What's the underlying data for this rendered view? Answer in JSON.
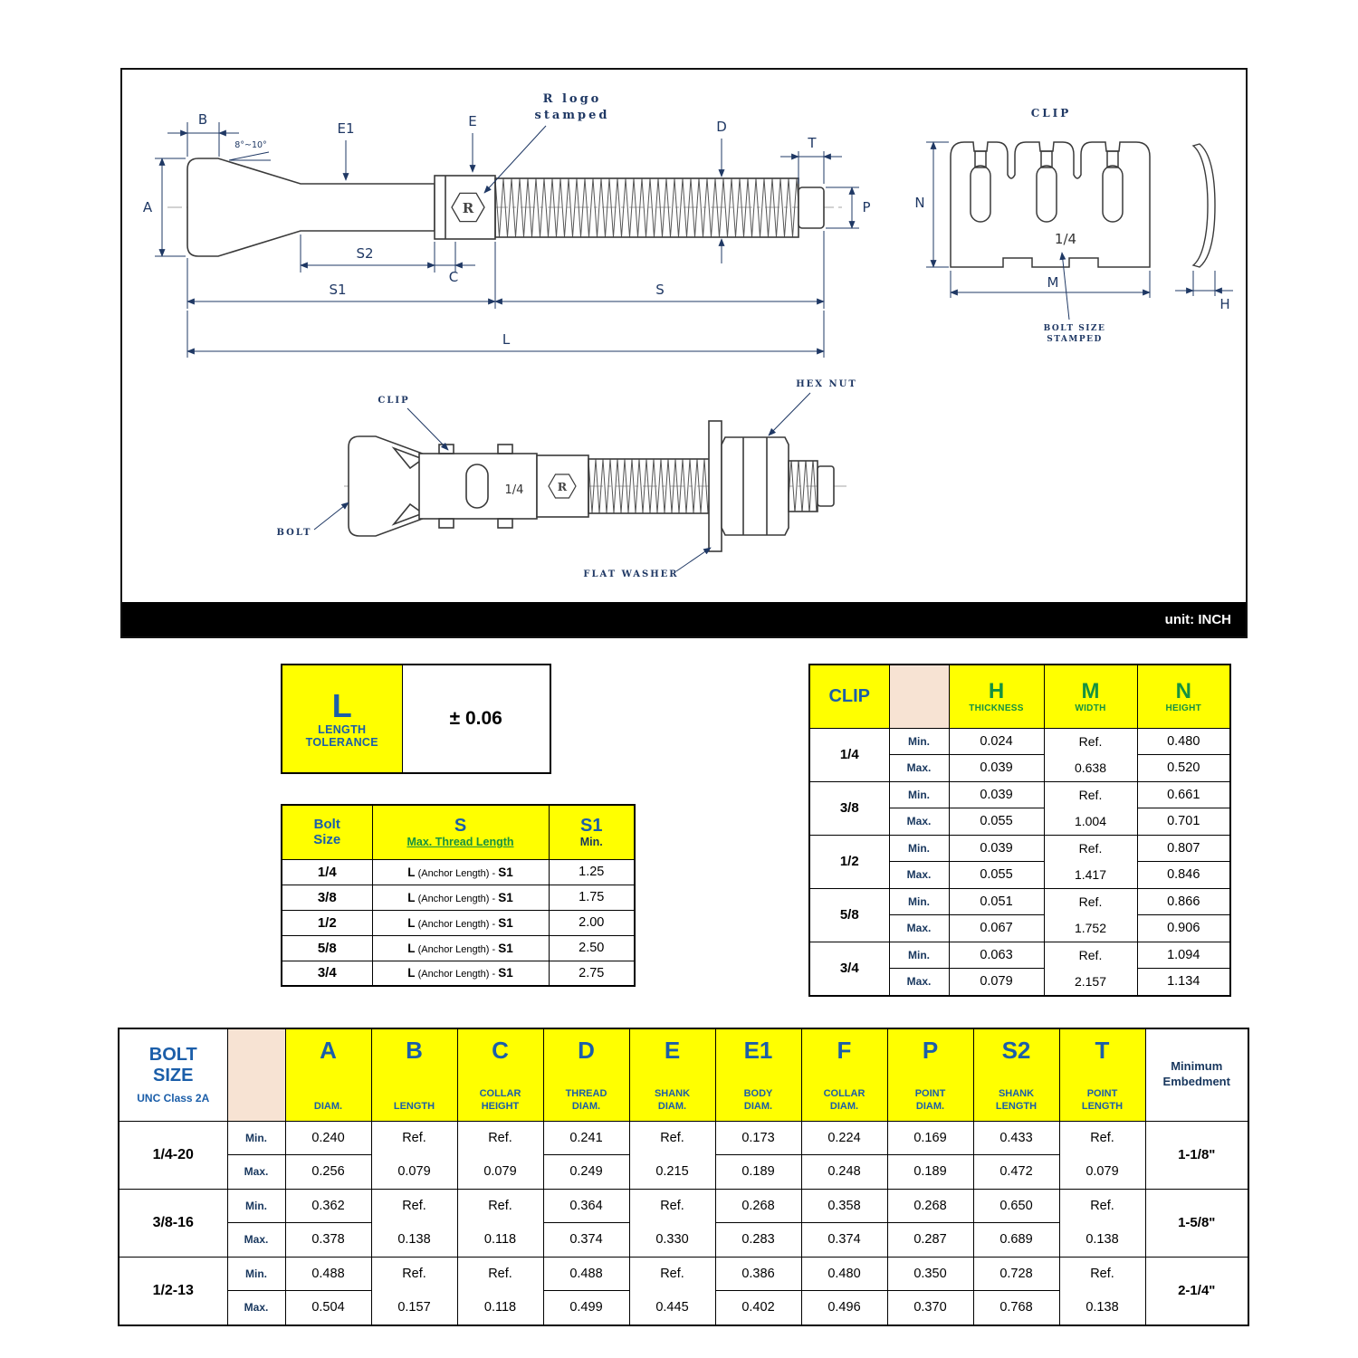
{
  "unit_label": "unit: INCH",
  "drawing": {
    "dim_labels": {
      "A": "A",
      "B": "B",
      "C": "C",
      "D": "D",
      "E": "E",
      "E1": "E1",
      "L": "L",
      "P": "P",
      "S": "S",
      "S1": "S1",
      "S2": "S2",
      "T": "T",
      "M": "M",
      "N": "N",
      "H": "H"
    },
    "angle_note": "8°~10°",
    "r_logo_line1": "R logo",
    "r_logo_line2": "stamped",
    "r_logo_glyph": "R",
    "clip_label": "CLIP",
    "clip_stamp": "1/4",
    "bolt_size_stamped_line1": "BOLT SIZE",
    "bolt_size_stamped_line2": "STAMPED",
    "assembly": {
      "clip": "CLIP",
      "hex_nut": "HEX NUT",
      "bolt": "BOLT",
      "flat_washer": "FLAT WASHER",
      "stamp": "1/4"
    }
  },
  "tolerance_table": {
    "letter": "L",
    "label_line1": "LENGTH",
    "label_line2": "TOLERANCE",
    "value": "± 0.06"
  },
  "s_table": {
    "header": {
      "col1_line1": "Bolt",
      "col1_line2": "Size",
      "col2_letter": "S",
      "col2_sub": "Max. Thread Length",
      "col3_letter": "S1",
      "col3_sub": "Min."
    },
    "formula": {
      "bold1": "L",
      "mid": "(Anchor Length) -",
      "bold2": "S1"
    },
    "rows": [
      {
        "size": "1/4",
        "s1": "1.25"
      },
      {
        "size": "3/8",
        "s1": "1.75"
      },
      {
        "size": "1/2",
        "s1": "2.00"
      },
      {
        "size": "5/8",
        "s1": "2.50"
      },
      {
        "size": "3/4",
        "s1": "2.75"
      }
    ]
  },
  "clip_table": {
    "title": "CLIP",
    "min_label": "Min.",
    "max_label": "Max.",
    "ref_label": "Ref.",
    "columns": [
      {
        "letter": "H",
        "sub": "THICKNESS"
      },
      {
        "letter": "M",
        "sub": "WIDTH"
      },
      {
        "letter": "N",
        "sub": "HEIGHT"
      }
    ],
    "rows": [
      {
        "size": "1/4",
        "h_min": "0.024",
        "h_max": "0.039",
        "m": "0.638",
        "n_min": "0.480",
        "n_max": "0.520"
      },
      {
        "size": "3/8",
        "h_min": "0.039",
        "h_max": "0.055",
        "m": "1.004",
        "n_min": "0.661",
        "n_max": "0.701"
      },
      {
        "size": "1/2",
        "h_min": "0.039",
        "h_max": "0.055",
        "m": "1.417",
        "n_min": "0.807",
        "n_max": "0.846"
      },
      {
        "size": "5/8",
        "h_min": "0.051",
        "h_max": "0.067",
        "m": "1.752",
        "n_min": "0.866",
        "n_max": "0.906"
      },
      {
        "size": "3/4",
        "h_min": "0.063",
        "h_max": "0.079",
        "m": "2.157",
        "n_min": "1.094",
        "n_max": "1.134"
      }
    ]
  },
  "bolt_table": {
    "title_line1": "BOLT",
    "title_line2": "SIZE",
    "title_line3": "UNC Class 2A",
    "min_label": "Min.",
    "max_label": "Max.",
    "ref_label": "Ref.",
    "columns": [
      {
        "letter": "A",
        "sub1": "",
        "sub2": "DIAM."
      },
      {
        "letter": "B",
        "sub1": "",
        "sub2": "LENGTH"
      },
      {
        "letter": "C",
        "sub1": "COLLAR",
        "sub2": "HEIGHT"
      },
      {
        "letter": "D",
        "sub1": "THREAD",
        "sub2": "DIAM."
      },
      {
        "letter": "E",
        "sub1": "SHANK",
        "sub2": "DIAM."
      },
      {
        "letter": "E1",
        "sub1": "BODY",
        "sub2": "DIAM."
      },
      {
        "letter": "F",
        "sub1": "COLLAR",
        "sub2": "DIAM."
      },
      {
        "letter": "P",
        "sub1": "POINT",
        "sub2": "DIAM."
      },
      {
        "letter": "S2",
        "sub1": "SHANK",
        "sub2": "LENGTH"
      },
      {
        "letter": "T",
        "sub1": "POINT",
        "sub2": "LENGTH"
      }
    ],
    "embedment_header_line1": "Minimum",
    "embedment_header_line2": "Embedment",
    "rows": [
      {
        "size": "1/4-20",
        "a_min": "0.240",
        "a_max": "0.256",
        "b": "0.079",
        "c": "0.079",
        "d_min": "0.241",
        "d_max": "0.249",
        "e": "0.215",
        "e1_min": "0.173",
        "e1_max": "0.189",
        "f_min": "0.224",
        "f_max": "0.248",
        "p_min": "0.169",
        "p_max": "0.189",
        "s2_min": "0.433",
        "s2_max": "0.472",
        "t": "0.079",
        "embedment": "1-1/8\""
      },
      {
        "size": "3/8-16",
        "a_min": "0.362",
        "a_max": "0.378",
        "b": "0.138",
        "c": "0.118",
        "d_min": "0.364",
        "d_max": "0.374",
        "e": "0.330",
        "e1_min": "0.268",
        "e1_max": "0.283",
        "f_min": "0.358",
        "f_max": "0.374",
        "p_min": "0.268",
        "p_max": "0.287",
        "s2_min": "0.650",
        "s2_max": "0.689",
        "t": "0.138",
        "embedment": "1-5/8\""
      },
      {
        "size": "1/2-13",
        "a_min": "0.488",
        "a_max": "0.504",
        "b": "0.157",
        "c": "0.118",
        "d_min": "0.488",
        "d_max": "0.499",
        "e": "0.445",
        "e1_min": "0.386",
        "e1_max": "0.402",
        "f_min": "0.480",
        "f_max": "0.496",
        "p_min": "0.350",
        "p_max": "0.370",
        "s2_min": "0.728",
        "s2_max": "0.768",
        "t": "0.138",
        "embedment": "2-1/4\""
      }
    ]
  }
}
